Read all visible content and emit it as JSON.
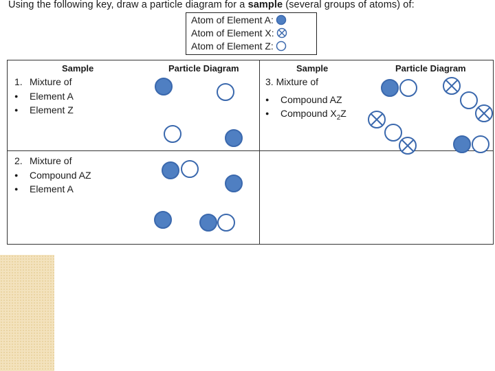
{
  "instruction": {
    "before": "Using the following key, draw a particle diagram for a ",
    "bold": "sample",
    "after": " (several groups of atoms) of:"
  },
  "key": {
    "element_a": "Atom of Element A:",
    "element_x": "Atom of Element X:",
    "element_z": "Atom of Element Z:"
  },
  "table": {
    "col_sample": "Sample",
    "col_diagram": "Particle Diagram",
    "cell1": {
      "number": "1.",
      "heading": "Mixture of",
      "items": [
        "Element A",
        "Element Z"
      ]
    },
    "cell2": {
      "number": "2.",
      "heading": "Mixture of",
      "items": [
        "Compound AZ",
        "Element A"
      ]
    },
    "cell3": {
      "heading": "3. Mixture of",
      "item1": "Compound AZ",
      "item2_main": "Compound X",
      "item2_sub": "2",
      "item2_end": "Z"
    }
  },
  "bullet_symbol": "●",
  "colors": {
    "atom_a_fill": "#4f7fc2",
    "atom_stroke": "#3a68ad",
    "deco_fill": "#f3e2bd"
  },
  "icons": [
    "filled-circle-icon",
    "crossed-circle-icon",
    "open-circle-icon"
  ]
}
